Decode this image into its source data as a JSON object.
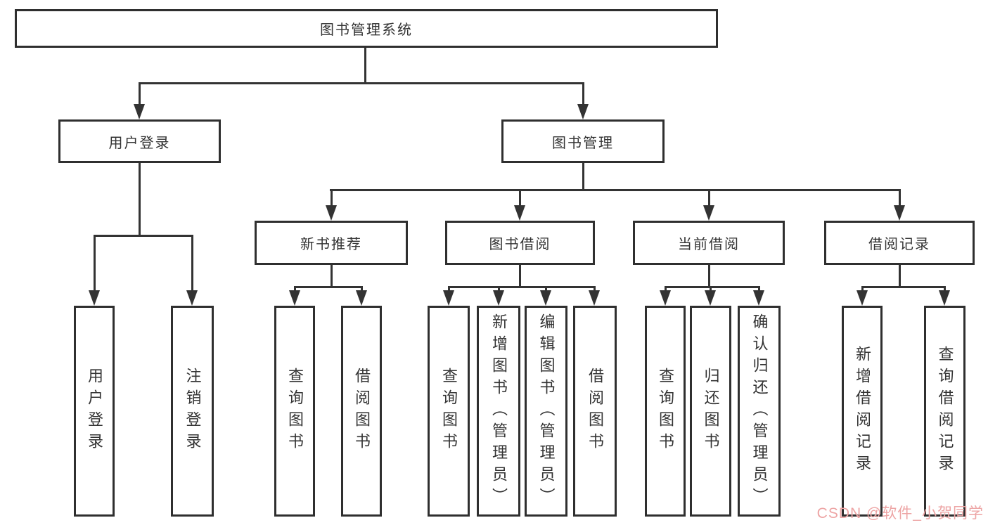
{
  "tree": {
    "label": "图书管理系统",
    "children": [
      {
        "label": "用户登录",
        "children": [
          {
            "label": "用户登录"
          },
          {
            "label": "注销登录"
          }
        ]
      },
      {
        "label": "图书管理",
        "children": [
          {
            "label": "新书推荐",
            "children": [
              {
                "label": "查询图书"
              },
              {
                "label": "借阅图书"
              }
            ]
          },
          {
            "label": "图书借阅",
            "children": [
              {
                "label": "查询图书"
              },
              {
                "label": "新增图书（管理员）"
              },
              {
                "label": "编辑图书（管理员）"
              },
              {
                "label": "借阅图书"
              }
            ]
          },
          {
            "label": "当前借阅",
            "children": [
              {
                "label": "查询图书"
              },
              {
                "label": "归还图书"
              },
              {
                "label": "确认归还（管理员）"
              }
            ]
          },
          {
            "label": "借阅记录",
            "children": [
              {
                "label": "新增借阅记录"
              },
              {
                "label": "查询借阅记录"
              }
            ]
          }
        ]
      }
    ]
  },
  "watermark": {
    "text": "CSDN @软件_小贺同学"
  },
  "colors": {
    "line": "#333333",
    "box_border": "#2f2f2f",
    "text": "#333333",
    "watermark": "#eda4a4",
    "background": "#ffffff"
  }
}
